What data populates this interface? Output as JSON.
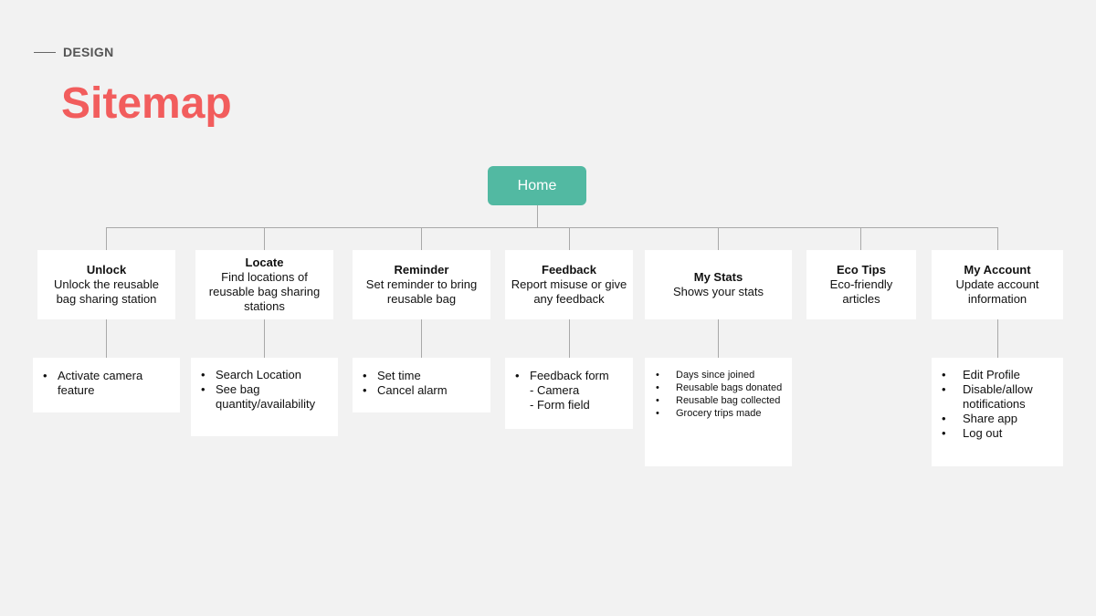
{
  "header": {
    "eyebrow": "DESIGN",
    "title": "Sitemap"
  },
  "colors": {
    "title": "#f25d5d",
    "home_node": "#52b9a2",
    "background": "#f2f2f2",
    "connector": "#a9a9a9"
  },
  "root": {
    "label": "Home"
  },
  "nodes": [
    {
      "title": "Unlock",
      "desc": "Unlock the reusable bag sharing station"
    },
    {
      "title": "Locate",
      "desc": "Find locations of reusable bag sharing stations"
    },
    {
      "title": "Reminder",
      "desc": "Set reminder to bring reusable bag"
    },
    {
      "title": "Feedback",
      "desc": "Report misuse or give any feedback"
    },
    {
      "title": "My Stats",
      "desc": "Shows your stats"
    },
    {
      "title": "Eco Tips",
      "desc": "Eco-friendly articles"
    },
    {
      "title": "My Account",
      "desc": "Update account information"
    }
  ],
  "details": {
    "unlock": [
      "Activate camera feature"
    ],
    "locate": [
      "Search Location",
      "See bag quantity/availability"
    ],
    "reminder": [
      "Set time",
      "Cancel alarm"
    ],
    "feedback": {
      "item": "Feedback form",
      "sub": [
        "- Camera",
        "- Form field"
      ]
    },
    "stats": [
      "Days since joined",
      "Reusable bags donated",
      "Reusable bag collected",
      "Grocery trips made"
    ],
    "account": [
      "Edit Profile",
      "Disable/allow notifications",
      "Share app",
      "Log out"
    ]
  }
}
